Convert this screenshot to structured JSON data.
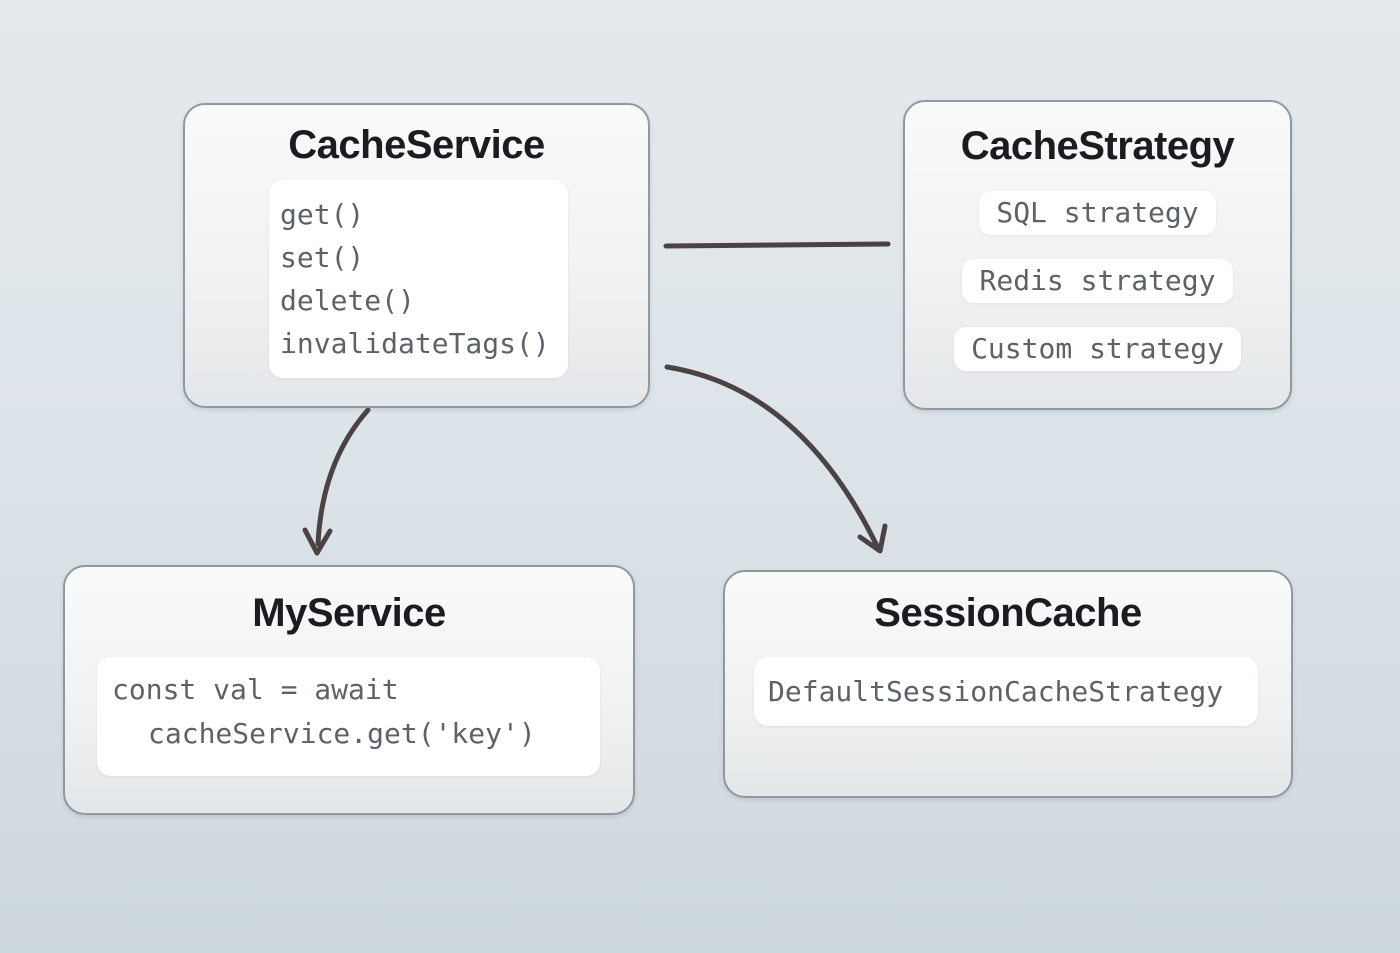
{
  "diagram": {
    "nodes": {
      "cache_service": {
        "title": "CacheService",
        "methods": [
          "get()",
          "set()",
          "delete()",
          "invalidateTags()"
        ]
      },
      "cache_strategy": {
        "title": "CacheStrategy",
        "strategies": [
          "SQL strategy",
          "Redis strategy",
          "Custom strategy"
        ]
      },
      "my_service": {
        "title": "MyService",
        "code_lines": [
          "const val = await",
          "cacheService.get('key')"
        ]
      },
      "session_cache": {
        "title": "SessionCache",
        "strategy_label": "DefaultSessionCacheStrategy"
      }
    },
    "connections": [
      {
        "from": "CacheService",
        "to": "CacheStrategy",
        "type": "plain-line"
      },
      {
        "from": "CacheService",
        "to": "MyService",
        "type": "arrow"
      },
      {
        "from": "CacheService",
        "to": "SessionCache",
        "type": "arrow"
      }
    ]
  },
  "colors": {
    "bg_top": "#e4e9ec",
    "bg_bottom": "#cdd8de",
    "node_border": "#8f99a0",
    "node_fill_top": "#f9fafa",
    "node_fill_bottom": "#e4e7e9",
    "panel_fill": "#ffffff",
    "title_text": "#1b1c20",
    "code_text": "#5d6267",
    "arrow": "#4a4243"
  }
}
